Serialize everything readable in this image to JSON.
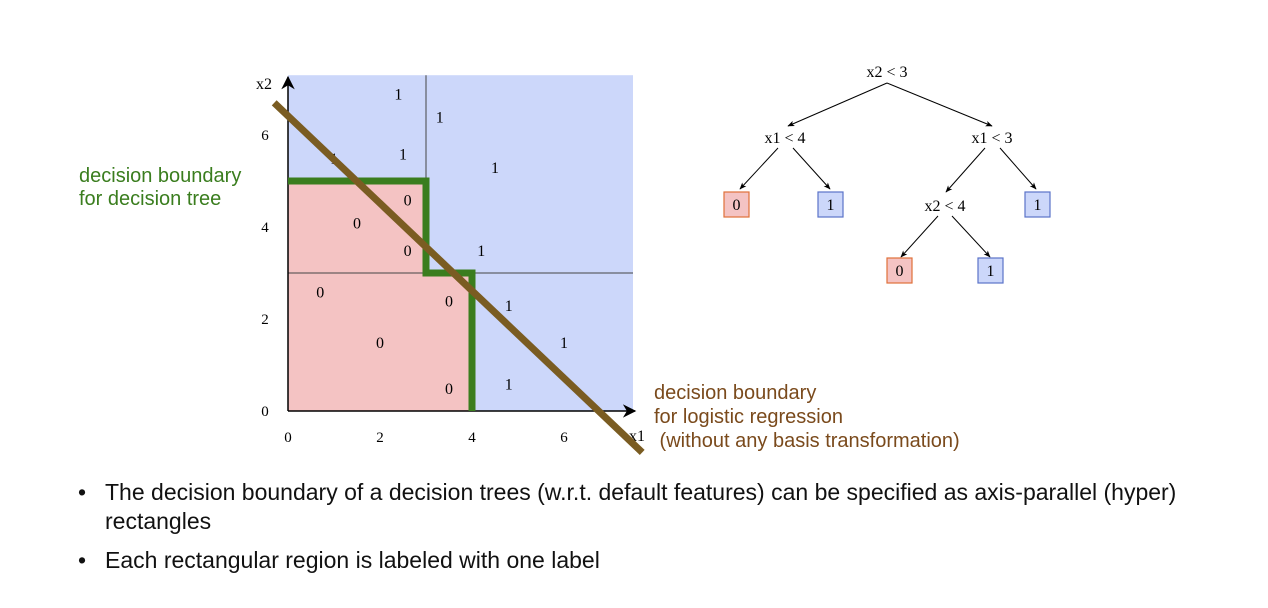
{
  "plot": {
    "axis_x_label": "x1",
    "axis_y_label": "x2",
    "x_ticks": [
      0,
      2,
      4,
      6
    ],
    "y_ticks": [
      0,
      2,
      4,
      6
    ],
    "xlim": [
      0,
      7.5
    ],
    "ylim": [
      0,
      7.3
    ],
    "regions": [
      {
        "x": [
          0,
          3
        ],
        "y": [
          0,
          5
        ],
        "label": "0",
        "color": "#f4c3c3"
      },
      {
        "x": [
          3,
          4
        ],
        "y": [
          0,
          3
        ],
        "label": "0",
        "color": "#f4c3c3"
      }
    ],
    "background_color": "#ccd7fa",
    "split_lines": [
      {
        "x": [
          3,
          3
        ],
        "y": [
          3,
          7.3
        ]
      },
      {
        "x": [
          0,
          7.5
        ],
        "y": [
          3,
          3
        ]
      }
    ],
    "points": [
      {
        "x": 2.4,
        "y": 6.9,
        "label": "1"
      },
      {
        "x": 3.3,
        "y": 6.4,
        "label": "1"
      },
      {
        "x": 1.0,
        "y": 5.5,
        "label": "1"
      },
      {
        "x": 2.5,
        "y": 5.6,
        "label": "1"
      },
      {
        "x": 4.5,
        "y": 5.3,
        "label": "1"
      },
      {
        "x": 2.6,
        "y": 4.6,
        "label": "0"
      },
      {
        "x": 1.5,
        "y": 4.1,
        "label": "0"
      },
      {
        "x": 2.6,
        "y": 3.5,
        "label": "0"
      },
      {
        "x": 4.2,
        "y": 3.5,
        "label": "1"
      },
      {
        "x": 0.7,
        "y": 2.6,
        "label": "0"
      },
      {
        "x": 3.5,
        "y": 2.4,
        "label": "0"
      },
      {
        "x": 4.8,
        "y": 2.3,
        "label": "1"
      },
      {
        "x": 2.0,
        "y": 1.5,
        "label": "0"
      },
      {
        "x": 6.0,
        "y": 1.5,
        "label": "1"
      },
      {
        "x": 3.5,
        "y": 0.5,
        "label": "0"
      },
      {
        "x": 4.8,
        "y": 0.6,
        "label": "1"
      }
    ],
    "tree_boundary": {
      "x": [
        0,
        3,
        3,
        4,
        4
      ],
      "y": [
        5,
        5,
        3,
        3,
        0
      ],
      "color": "#3a7d1e"
    },
    "logistic_boundary": {
      "x": [
        -0.3,
        7.7
      ],
      "y": [
        6.7,
        -0.9
      ],
      "color": "#7a5c22"
    }
  },
  "tree_label": {
    "line1": "decision boundary",
    "line2": "for decision tree",
    "color": "#3a7d1e"
  },
  "logreg_label": {
    "line1": "decision boundary",
    "line2": "for logistic regression",
    "line3": " (without any basis transformation)",
    "color": "#7a4a1c"
  },
  "tree": {
    "root": "x2 < 3",
    "left": "x1 < 4",
    "right": "x1 < 3",
    "right_left": "x2 < 4",
    "leaf_ll": "0",
    "leaf_lr": "1",
    "leaf_rr": "1",
    "leaf_rll": "0",
    "leaf_rlr": "1",
    "leaf0_fill": "#f4c3c3",
    "leaf0_stroke": "#e0703a",
    "leaf1_fill": "#ccd7fa",
    "leaf1_stroke": "#5a73c9"
  },
  "bullets": [
    "The decision boundary of a decision trees (w.r.t. default features) can be specified as axis-parallel (hyper) rectangles",
    "Each rectangular region is labeled with one label"
  ],
  "bullet_symbol": "•"
}
